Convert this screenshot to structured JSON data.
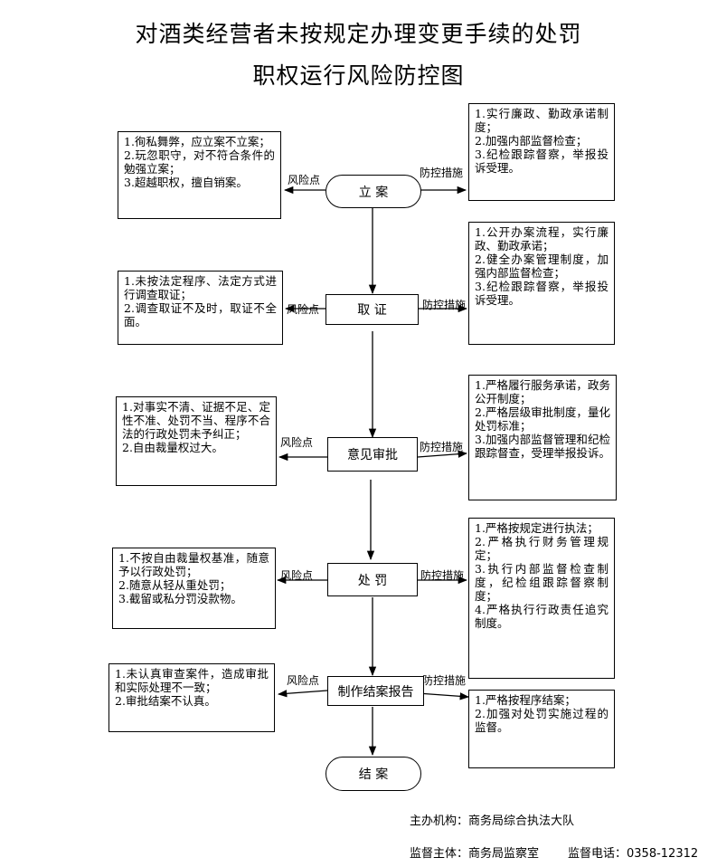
{
  "title_line1": "对酒类经营者未按规定办理变更手续的处罚",
  "title_line2": "职权运行风险防控图",
  "risk_label": "风险点",
  "control_label": "防控措施",
  "steps": [
    {
      "name": "立  案",
      "risk": "1.徇私舞弊，应立案不立案；\n2.玩忽职守，对不符合条件的勉强立案；\n3.超越职权，擅自销案。",
      "control": "1.实行廉政、勤政承诺制度；\n2.加强内部监督检查；\n3.纪检跟踪督察，举报投诉受理。"
    },
    {
      "name": "取  证",
      "risk": "1.未按法定程序、法定方式进行调查取证；\n2.调查取证不及时，取证不全面。",
      "control": "1.公开办案流程，实行廉政、勤政承诺；\n2.健全办案管理制度，加强内部监督检查；\n3.纪检跟踪督察，举报投诉受理。"
    },
    {
      "name": "意见审批",
      "risk": "1.对事实不清、证据不足、定性不准、处罚不当、程序不合法的行政处罚未予纠正；\n2.自由裁量权过大。",
      "control": "1.严格履行服务承诺，政务公开制度；\n2.严格层级审批制度，量化处罚标准；\n3.加强内部监督管理和纪检跟踪督查，受理举报投诉。"
    },
    {
      "name": "处  罚",
      "risk": "1.不按自由裁量权基准，随意予以行政处罚；\n2.随意从轻从重处罚；\n3.截留或私分罚没款物。",
      "control": "1.严格按规定进行执法；\n2.严格执行财务管理规定；\n3.执行内部监督检查制度，纪检组跟踪督察制度；\n4.严格执行行政责任追究制度。"
    },
    {
      "name": "制作结案报告",
      "risk": "1.未认真审查案件，造成审批和实际处理不一致；\n2.审批结案不认真。",
      "control": "1.严格按程序结案；\n2.加强对处罚实施过程的监督。"
    }
  ],
  "end_step": "结  案",
  "footer": {
    "sponsor": "主办机构：商务局综合执法大队",
    "supervisor": "监督主体：商务局监察室",
    "phone": "监督电话：0358-12312"
  }
}
